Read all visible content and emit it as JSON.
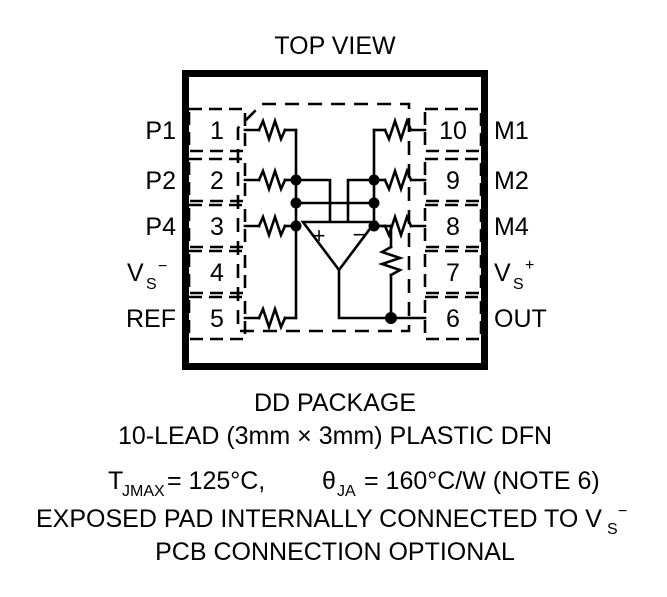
{
  "diagram": {
    "title": "TOP VIEW",
    "package_name": "DD PACKAGE",
    "package_desc": "10-LEAD (3mm × 3mm) PLASTIC DFN",
    "thermal": {
      "tj_symbol": "T",
      "tj_sub": "JMAX",
      "tj_value": " = 125°C, ",
      "theta_symbol": "θ",
      "theta_sub": "JA",
      "theta_value": " = 160°C/W (NOTE 6)",
      "full": "TJMAX = 125°C, θJA = 160°C/W (NOTE 6)"
    },
    "note_line1_pre": "EXPOSED PAD INTERNALLY CONNECTED TO V",
    "note_line1_sub": "S",
    "note_line1_sup": "−",
    "note_line2": "PCB CONNECTION OPTIONAL",
    "accent_color": "#000000",
    "background_color": "#ffffff"
  },
  "pins": {
    "left": [
      {
        "number": "1",
        "name": "P1",
        "sub": "",
        "sup": ""
      },
      {
        "number": "2",
        "name": "P2",
        "sub": "",
        "sup": ""
      },
      {
        "number": "3",
        "name": "P4",
        "sub": "",
        "sup": ""
      },
      {
        "number": "4",
        "name": "V",
        "sub": "S",
        "sup": "−"
      },
      {
        "number": "5",
        "name": "REF",
        "sub": "",
        "sup": ""
      }
    ],
    "right": [
      {
        "number": "10",
        "name": "M1",
        "sub": "",
        "sup": ""
      },
      {
        "number": "9",
        "name": "M2",
        "sub": "",
        "sup": ""
      },
      {
        "number": "8",
        "name": "M4",
        "sub": "",
        "sup": ""
      },
      {
        "number": "7",
        "name": "V",
        "sub": "S",
        "sup": "+"
      },
      {
        "number": "6",
        "name": "OUT",
        "sub": "",
        "sup": ""
      }
    ]
  },
  "schematic": {
    "amplifier": {
      "plus": "+",
      "minus": "−"
    },
    "resistor_count": 7,
    "exposed_pad": "dashed-outline"
  }
}
